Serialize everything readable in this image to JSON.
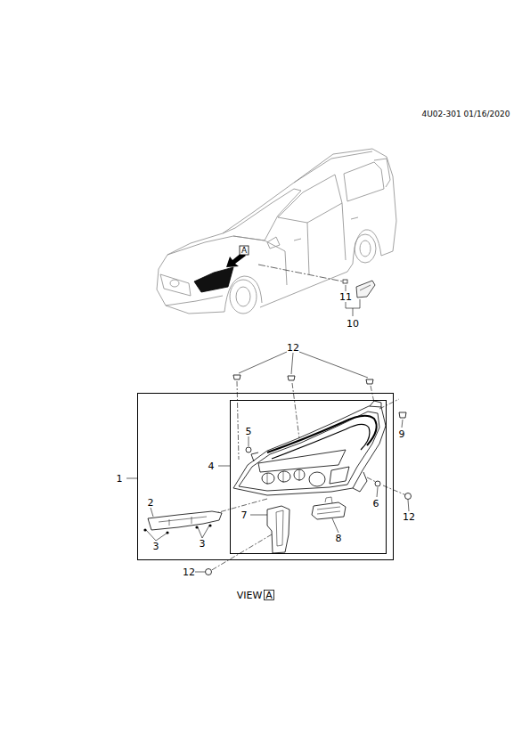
{
  "diagram": {
    "labels": [
      "4U02-301 01/16/2020",
      "A",
      "11",
      "10",
      "12",
      "9",
      "5",
      "4",
      "1",
      "6",
      "12",
      "7",
      "8",
      "2",
      "3",
      "3",
      "12",
      "VIEW",
      "A"
    ]
  }
}
